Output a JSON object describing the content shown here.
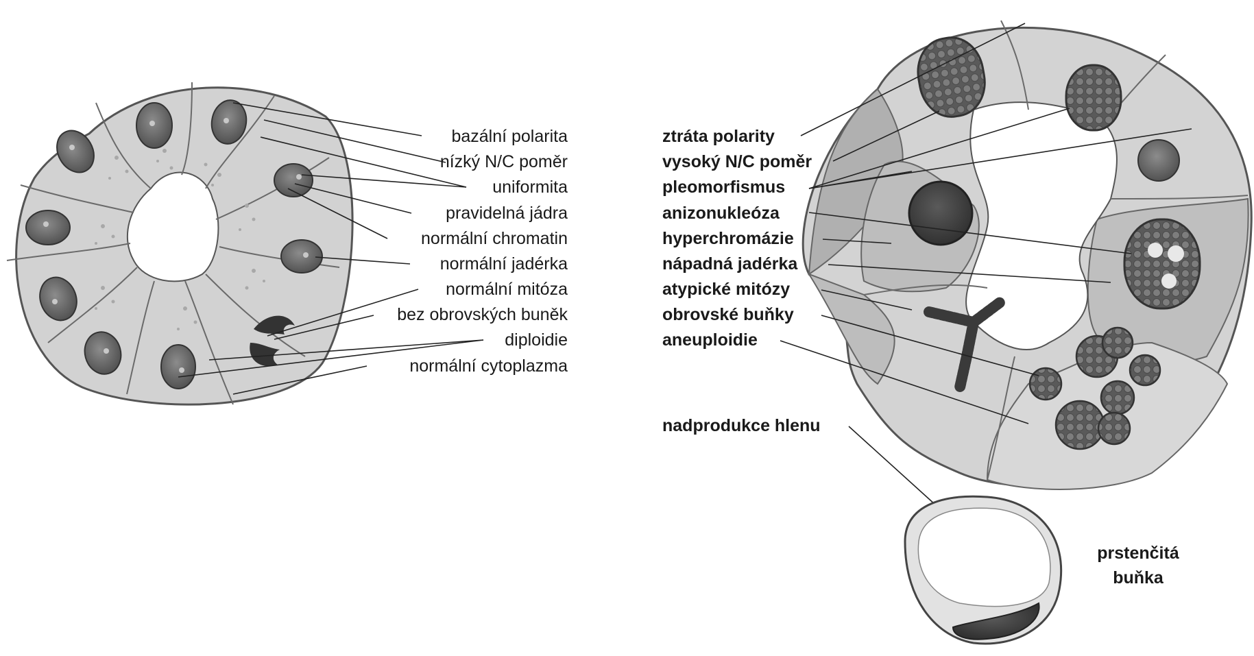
{
  "normal_labels": [
    "bazální polarita",
    "nízký N/C poměr",
    "uniformita",
    "pravidelná jádra",
    "normální chromatin",
    "normální jadérka",
    "normální mitóza",
    "bez obrovských buněk",
    "diploidie",
    "normální cytoplazma"
  ],
  "tumor_labels": [
    "ztráta polarity",
    "vysoký N/C poměr",
    "pleomorfismus",
    "anizonukleóza",
    "hyperchromázie",
    "nápadná jadérka",
    "atypické mitózy",
    "obrovské buňky",
    "aneuploidie"
  ],
  "mucus_label": "nadprodukce hlenu",
  "signet_ring_label": [
    "prstenčitá",
    "buňka"
  ]
}
